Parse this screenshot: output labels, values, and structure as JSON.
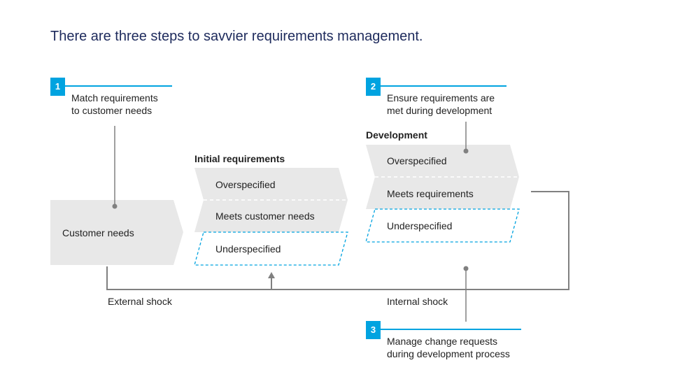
{
  "title": "There are three steps to savvier requirements management.",
  "colors": {
    "accent": "#00a3e0",
    "shape_fill": "#e8e8e8",
    "connector": "#808080",
    "title": "#1d2a5c"
  },
  "steps": [
    {
      "number": "1",
      "lines": [
        "Match requirements",
        "to customer needs"
      ]
    },
    {
      "number": "2",
      "lines": [
        "Ensure requirements are",
        "met during development"
      ]
    },
    {
      "number": "3",
      "lines": [
        "Manage change requests",
        "during development process"
      ]
    }
  ],
  "customer_needs": {
    "label": "Customer needs"
  },
  "initial_requirements": {
    "heading": "Initial requirements",
    "rows": [
      "Overspecified",
      "Meets customer needs",
      "Underspecified"
    ]
  },
  "development": {
    "heading": "Development",
    "rows": [
      "Overspecified",
      "Meets requirements",
      "Underspecified"
    ]
  },
  "external_shock": "External shock",
  "internal_shock": "Internal shock"
}
